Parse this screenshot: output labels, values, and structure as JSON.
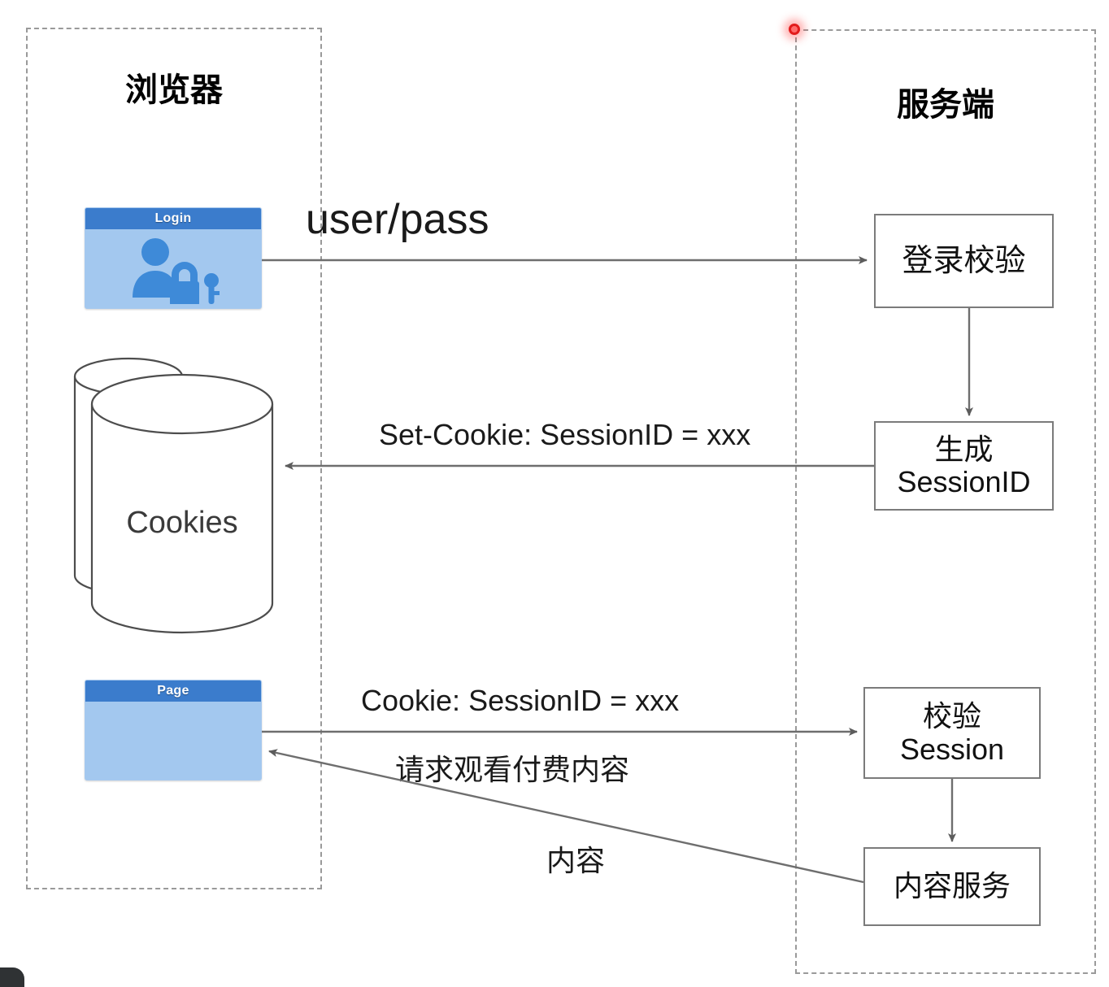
{
  "diagram": {
    "title_browser": "浏览器",
    "title_server": "服务端",
    "lanes": [
      {
        "name": "browser",
        "label": "浏览器"
      },
      {
        "name": "server",
        "label": "服务端"
      }
    ],
    "nodes": {
      "login_window": {
        "titlebar": "Login",
        "icons": [
          "user-icon",
          "lock-with-key-icon"
        ]
      },
      "cookies_store": {
        "label": "Cookies",
        "shape": "multi-cylinder-datastore"
      },
      "page_window": {
        "titlebar": "Page"
      },
      "login_check": {
        "label": "登录校验"
      },
      "gen_session": {
        "label": "生成\nSessionID"
      },
      "verify_session": {
        "label": "校验\nSession"
      },
      "content_service": {
        "label": "内容服务"
      }
    },
    "edges": [
      {
        "name": "login-request",
        "label": "user/pass",
        "from": "login_window",
        "to": "login_check",
        "direction": "right"
      },
      {
        "name": "login-to-gen",
        "label": "",
        "from": "login_check",
        "to": "gen_session",
        "direction": "down"
      },
      {
        "name": "set-cookie",
        "label": "Set-Cookie: SessionID = xxx",
        "from": "gen_session",
        "to": "cookies_store",
        "direction": "left"
      },
      {
        "name": "cookie-request",
        "label": "Cookie: SessionID = xxx",
        "from": "page_window",
        "to": "verify_session",
        "direction": "right"
      },
      {
        "name": "paid-content-request",
        "label": "请求观看付费内容",
        "from": "page_window",
        "to": "verify_session",
        "direction": "right"
      },
      {
        "name": "verify-to-content",
        "label": "",
        "from": "verify_session",
        "to": "content_service",
        "direction": "down"
      },
      {
        "name": "content-response",
        "label": "内容",
        "from": "content_service",
        "to": "page_window",
        "direction": "left"
      }
    ],
    "colors": {
      "window_titlebar": "#3b7ccc",
      "window_body": "#a3c8ef",
      "box_border": "#7b7b7b",
      "lane_border": "#9a9a9a",
      "connector": "#6e6e6e",
      "handle": "#e21b1b"
    }
  }
}
